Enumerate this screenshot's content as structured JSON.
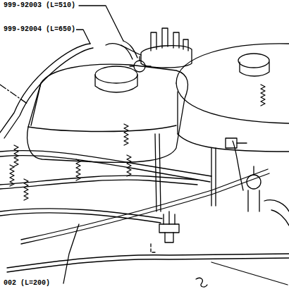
{
  "diagram": {
    "labels": [
      "999-92003 (L=510)",
      "999-92004 (L=650)",
      "002 (L=200)"
    ]
  }
}
